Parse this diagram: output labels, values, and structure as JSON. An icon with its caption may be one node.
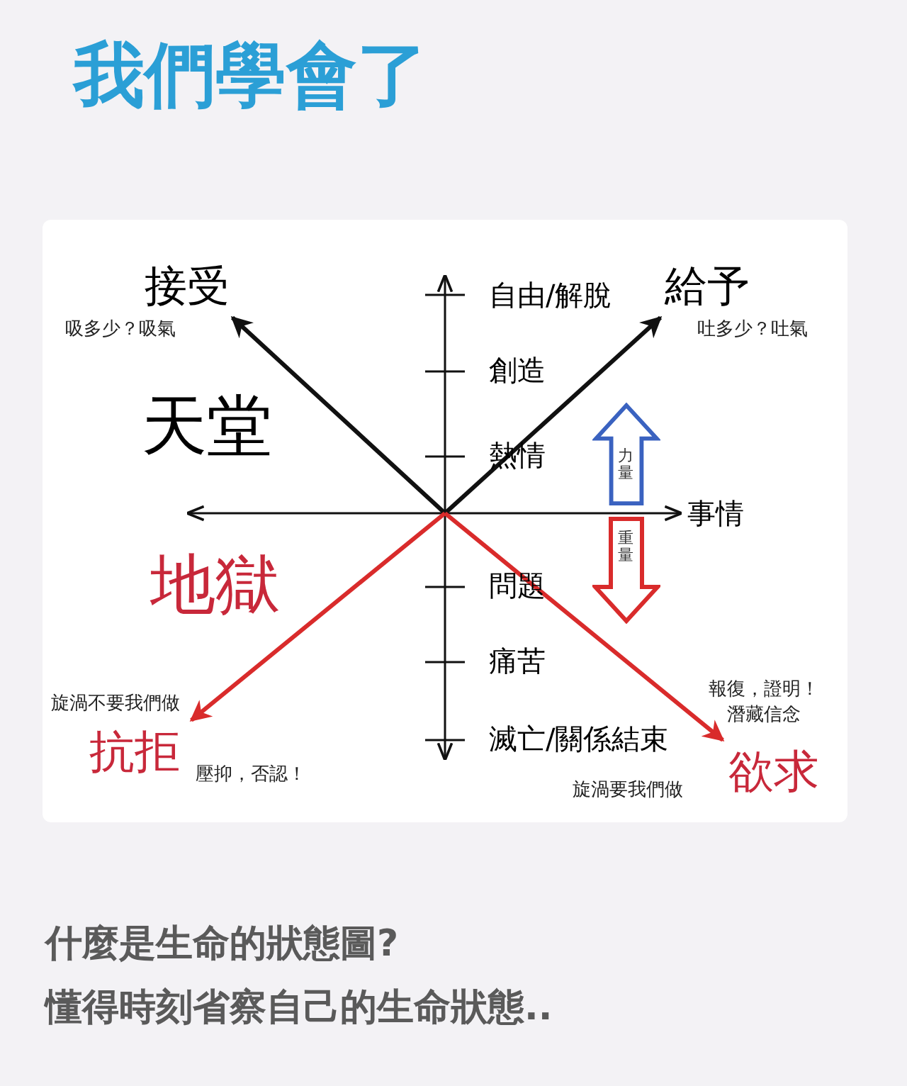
{
  "diagram": {
    "title": "我們學會了",
    "caption": "什麼是生命的狀態圖?",
    "nodes": [
      {
        "text": [
          "接受"
        ],
        "beside": [
          "吸多少？吸氣"
        ]
      },
      {
        "text": [
          "給予"
        ],
        "beside": [
          "吐多少？吐氣"
        ]
      },
      {
        "text": [
          "力量"
        ]
      },
      {
        "text": [
          "重量"
        ]
      },
      {
        "text": [
          "抗拒"
        ],
        "beside": [
          "旋渦不要我們做",
          "壓抑，否認！"
        ]
      },
      {
        "text": [
          "欲求"
        ],
        "beside": [
          "報復，證明！潛藏信念",
          "旋渦要我們做"
        ]
      }
    ],
    "edges": [
      {
        "from": null,
        "to": 0,
        "arrow": "to"
      },
      {
        "from": null,
        "to": 1,
        "arrow": "to"
      },
      {
        "from": null,
        "to": 4,
        "arrow": "to",
        "color": "#d92b2b"
      },
      {
        "from": null,
        "to": 5,
        "arrow": "to",
        "color": "#d92b2b"
      }
    ],
    "labels": [
      "天堂",
      "自由/解脫",
      "創造",
      "熱情",
      "事情",
      "地獄",
      "問題",
      "痛苦",
      "滅亡/關係結束",
      "懂得時刻省察自己的生命狀態.."
    ]
  }
}
